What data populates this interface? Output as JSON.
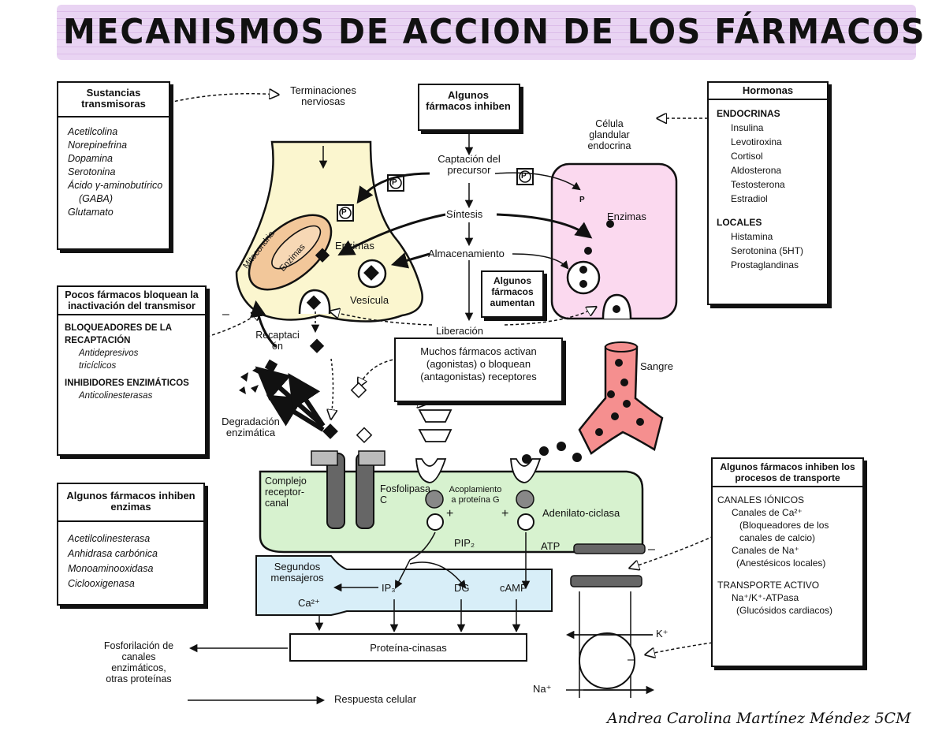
{
  "title": "MECANISMOS DE ACCION DE LOS FÁRMACOS",
  "signature": "Andrea Carolina Martínez Méndez 5CM",
  "boxes": {
    "neurotransmitters": {
      "header": "Sustancias transmisoras",
      "items": [
        "Acetilcolina",
        "Norepinefrina",
        "Dopamina",
        "Serotonina",
        "Ácido γ-aminobutírico",
        "(GABA)",
        "Glutamato"
      ]
    },
    "hormones": {
      "header": "Hormonas",
      "endocrine_title": "ENDOCRINAS",
      "endocrine": [
        "Insulina",
        "Levotiroxina",
        "Cortisol",
        "Aldosterona",
        "Testosterona",
        "Estradiol"
      ],
      "local_title": "LOCALES",
      "local": [
        "Histamina",
        "Serotonina (5HT)",
        "Prostaglandinas"
      ]
    },
    "some_inhibit": "Algunos fármacos inhiben",
    "some_increase": "Algunos fármacos aumentan",
    "reuptake": {
      "header": "Pocos fármacos bloquean la inactivación del transmisor",
      "group1_title": "BLOQUEADORES DE LA RECAPTACIÓN",
      "group1_items": [
        "Antidepresivos",
        "tricíclicos"
      ],
      "group2_title": "INHIBIDORES ENZIMÁTICOS",
      "group2_items": [
        "Anticolinesterasas"
      ]
    },
    "enzymes": {
      "header": "Algunos fármacos inhiben enzimas",
      "items": [
        "Acetilcolinesterasa",
        "Anhidrasa carbónica",
        "Monoaminooxidasa",
        "Ciclooxigenasa"
      ]
    },
    "agonists": "Muchos fármacos activan (agonistas) o bloquean (antagonistas) receptores",
    "transport": {
      "header": "Algunos fármacos inhiben los procesos de transporte",
      "channels_title": "CANALES IÓNICOS",
      "channels": [
        "Canales de Ca²⁺",
        "(Bloqueadores de los",
        "canales de calcio)",
        "Canales de Na⁺",
        "(Anestésicos locales)"
      ],
      "active_title": "TRANSPORTE ACTIVO",
      "active": [
        "Na⁺/K⁺-ATPasa",
        "(Glucósidos cardiacos)"
      ]
    }
  },
  "labels": {
    "nerve_endings": "Terminaciones nerviosas",
    "gland_cell": "Célula glandular endocrina",
    "precursor": "Captación del precursor",
    "synthesis": "Síntesis",
    "storage": "Almacenamiento",
    "release": "Liberación",
    "enzymes_left": "Enzimas",
    "enzymes_right": "Enzimas",
    "vesicle": "Vesícula",
    "mitochondria": "Mitocondria",
    "enzymes_mito": "Enzimas",
    "reuptake": "Recaptación",
    "degradation": "Degradación enzimática",
    "blood": "Sangre",
    "p": "P",
    "receptor_channel": "Complejo receptor-canal",
    "phospholipase": "Fosfolipasa C",
    "g_protein": "Acoplamiento a proteína G",
    "adenylate": "Adenilato-ciclasa",
    "pip2": "PIP₂",
    "atp": "ATP",
    "second_messengers": "Segundos mensajeros",
    "ip3": "IP₃",
    "dg": "DG",
    "camp": "cAMP",
    "ca": "Ca²⁺",
    "kinases": "Proteína-cinasas",
    "phosphorylation": "Fosforilación de canales enzimáticos, otras proteínas",
    "response": "Respuesta celular",
    "k": "K⁺",
    "na": "Na⁺",
    "plus": "+",
    "minus": "–"
  },
  "colors": {
    "title_band": "#e9d4f3",
    "neuron": "#fbf6cf",
    "mitochondria": "#f2c79a",
    "gland": "#fbd9ef",
    "membrane": "#d7f2cf",
    "messengers": "#d8eef8",
    "blood": "#f58f8f"
  }
}
